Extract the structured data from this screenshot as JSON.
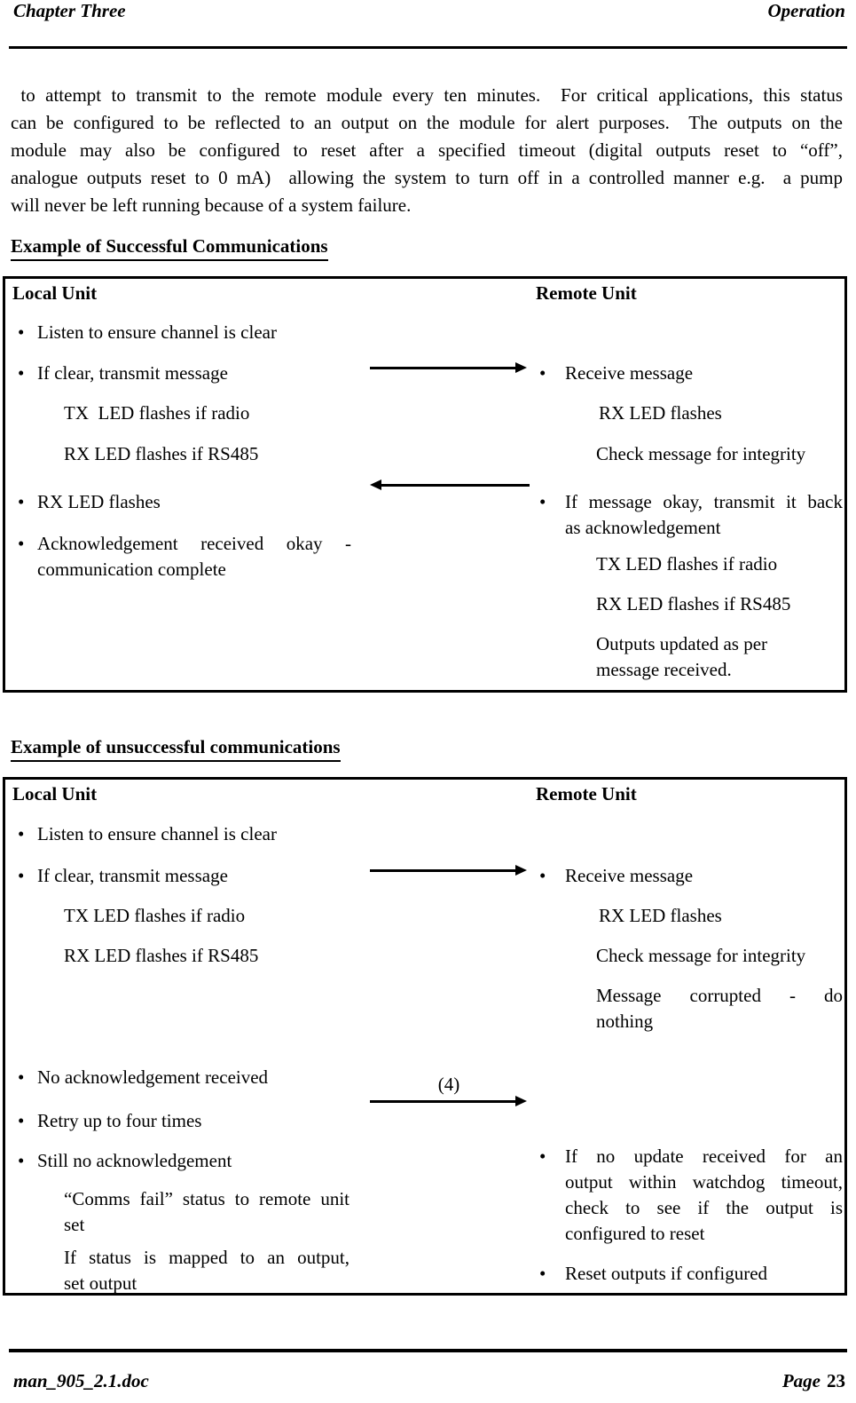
{
  "bullet_char": "•",
  "header": {
    "chapter": "Chapter Three",
    "section": "Operation"
  },
  "intro": {
    "lines": [
      " to attempt to transmit to the remote module every ten minutes.  For critical applications, this status",
      "can be configured to be reflected to an output on the module for alert purposes.  The outputs on the",
      "module may also be configured to reset after a specified timeout (digital outputs reset to “off”,",
      "analogue outputs reset to 0 mA)  allowing the system to turn off in a controlled manner e.g.  a pump",
      "will never be left running because of a system failure."
    ]
  },
  "example1": {
    "heading": "Example of Successful Communications",
    "local_header": "Local Unit",
    "remote_header": "Remote Unit",
    "local": {
      "listen": "Listen to ensure channel is clear",
      "transmit": "If clear, transmit message",
      "tx_led": "TX  LED flashes if radio",
      "rx_led": "RX LED flashes if RS485",
      "rx_flash": "RX LED flashes",
      "ack_lines": [
        "Acknowledgement received okay -",
        "communication complete"
      ]
    },
    "remote": {
      "receive": "Receive message",
      "rx_flash": "RX LED flashes",
      "check": "Check message for integrity",
      "ack_lines": [
        "If message okay, transmit it back",
        "as acknowledgement"
      ],
      "tx_led": "TX LED flashes if radio",
      "rx_led": "RX LED flashes if RS485",
      "outputs_lines": [
        "Outputs updated as per",
        "message received."
      ]
    }
  },
  "example2": {
    "heading": "Example of unsuccessful communications",
    "local_header": "Local Unit",
    "remote_header": "Remote Unit",
    "arrow_label": "(4)",
    "local": {
      "listen": "Listen to ensure channel is clear",
      "transmit": "If clear, transmit message",
      "tx_led": "TX LED flashes if radio",
      "rx_led": "RX LED flashes if RS485",
      "no_ack": "No acknowledgement received",
      "retry": "Retry up to four times",
      "still_no_ack": "Still no acknowledgement",
      "comms_fail_lines": [
        "“Comms fail” status to remote unit",
        "set"
      ],
      "map_output_lines": [
        "If status is mapped to an output,",
        "set output"
      ]
    },
    "remote": {
      "receive": "Receive message",
      "rx_flash": "RX LED flashes",
      "check": "Check message for integrity",
      "corrupted_lines": [
        "Message corrupted - do",
        "nothing"
      ],
      "watchdog_lines": [
        "If no update received for an",
        "output within watchdog timeout,",
        "check to see if the output is",
        "configured to reset"
      ],
      "reset": "Reset outputs if configured"
    }
  },
  "footer": {
    "filename": "man_905_2.1.doc",
    "page_label": "Page",
    "page_number": "23"
  }
}
